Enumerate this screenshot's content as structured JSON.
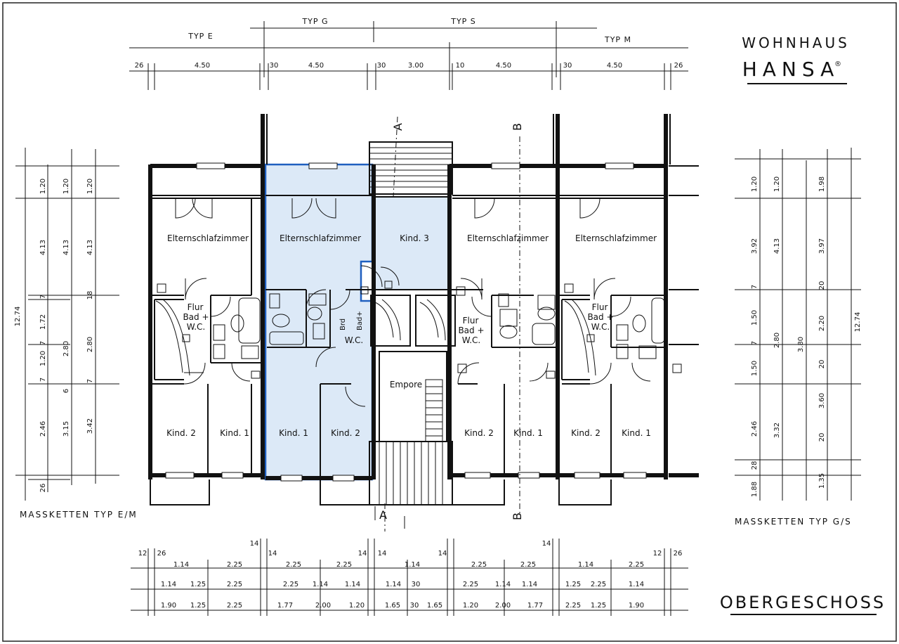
{
  "title": {
    "line1": "WOHNHAUS",
    "line2": "HANSA",
    "mark": "®",
    "floor": "OBERGESCHOSS"
  },
  "types": {
    "e": "TYP E",
    "g": "TYP G",
    "s": "TYP S",
    "m": "TYP M"
  },
  "top_dims": [
    "26",
    "4.50",
    "30",
    "4.50",
    "30",
    "3.00",
    "10",
    "4.50",
    "30",
    "4.50",
    "26"
  ],
  "rooms": {
    "eltern": "Elternschlafzimmer",
    "kind1": "Kind. 1",
    "kind2": "Kind. 2",
    "kind3": "Kind. 3",
    "flur": "Flur",
    "bad": "Bad +",
    "wc": "W.C.",
    "empore": "Empore",
    "brd": "Brd",
    "bad_vert": "Bad+",
    "wc_vert": "W.C."
  },
  "sections": {
    "a": "A",
    "b": "B"
  },
  "left_chain_label": "MASSKETTEN  TYP E/M",
  "right_chain_label": "MASSKETTEN  TYP G/S",
  "left_dims": {
    "col1": [
      "1.20",
      "4.13",
      "7",
      "1.72",
      "7",
      "1.20",
      "7",
      "2.46",
      "26"
    ],
    "col2": [
      "1.20",
      "4.13",
      "2.80",
      "6",
      "3.15"
    ],
    "col3": [
      "1.20",
      "4.13",
      "18",
      "2.80",
      "7",
      "3.42"
    ],
    "total": "12.74"
  },
  "right_dims": {
    "col1": [
      "1.20",
      "3.92",
      "7",
      "1.50",
      "7",
      "1.50",
      "2.46",
      "28",
      "1.88"
    ],
    "col2": [
      "1.20",
      "4.13",
      "2.80",
      "3.32"
    ],
    "col3": [
      "3.80"
    ],
    "col4": [
      "1.98",
      "3.97",
      "20",
      "2.20",
      "20",
      "3.60",
      "20",
      "1.35"
    ],
    "total": "12.74"
  },
  "bottom_dims": {
    "edge": [
      "12",
      "26",
      "14",
      "14",
      "14",
      "14",
      "14",
      "14",
      "12",
      "26"
    ],
    "row1": [
      "1.14",
      "2.25",
      "2.25",
      "2.25",
      "1.14",
      "2.25",
      "2.25",
      "1.14",
      "2.25"
    ],
    "row2": [
      "1.14",
      "1.25",
      "2.25",
      "2.25",
      "1.14",
      "1.14",
      "1.14",
      "30",
      "2.25",
      "1.14",
      "1.14",
      "1.25",
      "2.25",
      "1.14"
    ],
    "row3": [
      "1.90",
      "1.25",
      "2.25",
      "1.77",
      "2.00",
      "1.20",
      "1.65",
      "30",
      "1.65",
      "1.20",
      "2.00",
      "1.77",
      "2.25",
      "1.25",
      "1.90"
    ]
  },
  "colors": {
    "highlight": "#dce9f7",
    "highlight_border": "#1f5fbf",
    "ink": "#111111"
  }
}
